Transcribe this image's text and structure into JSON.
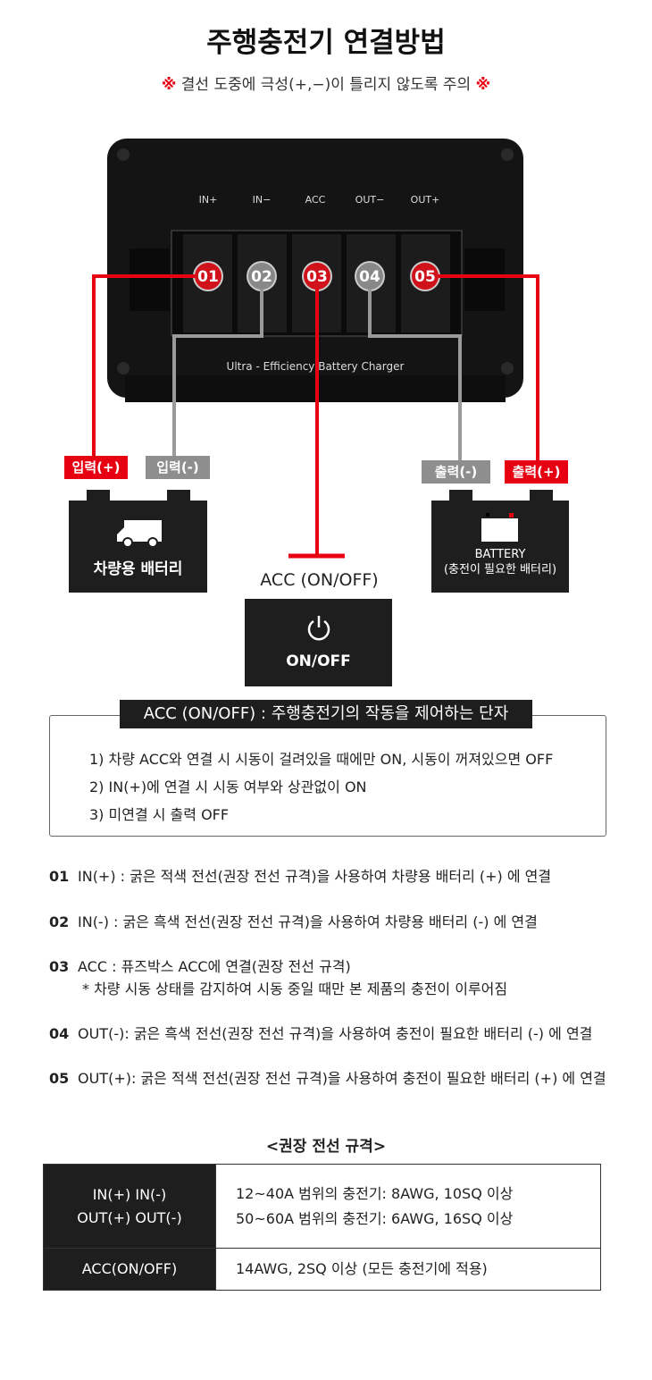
{
  "title": "주행충전기 연결방법",
  "subtitle": {
    "mark": "※",
    "text": "결선 도중에 극성(+,−)이 틀리지 않도록 주의"
  },
  "device": {
    "terminal_labels": [
      "IN+",
      "IN−",
      "ACC",
      "OUT−",
      "OUT+"
    ],
    "terminal_numbers": [
      "01",
      "02",
      "03",
      "04",
      "05"
    ],
    "brand_text": "Ultra - Efficiency Battery Charger"
  },
  "tags": {
    "in_plus": "입력(+)",
    "in_minus": "입력(-)",
    "out_minus": "출력(-)",
    "out_plus": "출력(+)"
  },
  "vehicle_battery": {
    "icon": "rv-icon",
    "label": "차량용 배터리"
  },
  "target_battery": {
    "icon": "battery-icon",
    "label": "BATTERY",
    "sub": "(충전이 필요한 배터리)"
  },
  "acc": {
    "label": "ACC (ON/OFF)",
    "icon": "power-icon",
    "box_label": "ON/OFF"
  },
  "info": {
    "heading": "ACC (ON/OFF) : 주행충전기의 작동을 제어하는 단자",
    "lines": [
      "1)  차량 ACC와 연결 시 시동이 걸려있을 때에만 ON, 시동이 꺼져있으면 OFF",
      "2)  IN(+)에 연결 시 시동 여부와 상관없이 ON",
      "3)  미연결 시 출력 OFF"
    ]
  },
  "items": [
    {
      "num": "01",
      "text": "IN(+) : 굵은 적색 전선(권장 전선 규격)을 사용하여 차량용 배터리 (+) 에 연결"
    },
    {
      "num": "02",
      "text": "IN(-) : 굵은 흑색 전선(권장 전선 규격)을 사용하여 차량용 배터리 (-) 에 연결"
    },
    {
      "num": "03",
      "text": "ACC : 퓨즈박스 ACC에 연결(권장 전선 규격)",
      "note": "* 차량 시동 상태를 감지하여 시동 중일 때만 본 제품의 충전이 이루어짐"
    },
    {
      "num": "04",
      "text": "OUT(-): 굵은 흑색 전선(권장 전선 규격)을 사용하여 충전이 필요한 배터리 (-) 에 연결"
    },
    {
      "num": "05",
      "text": "OUT(+): 굵은 적색 전선(권장 전선 규격)을 사용하여 충전이 필요한 배터리 (+) 에 연결"
    }
  ],
  "table": {
    "title": "<권장 전선 규격>",
    "rows": [
      {
        "head": [
          "IN(+) IN(-)",
          "OUT(+) OUT(-)"
        ],
        "values": [
          "12~40A 범위의 충전기: 8AWG, 10SQ 이상",
          "50~60A 범위의 충전기: 6AWG, 16SQ 이상"
        ]
      },
      {
        "head": [
          "ACC(ON/OFF)"
        ],
        "values": [
          "14AWG, 2SQ 이상 (모든 충전기에 적용)"
        ]
      }
    ]
  },
  "colors": {
    "red": "#e60012",
    "gray": "#8e8e8e",
    "dark": "#1e1e1e"
  }
}
